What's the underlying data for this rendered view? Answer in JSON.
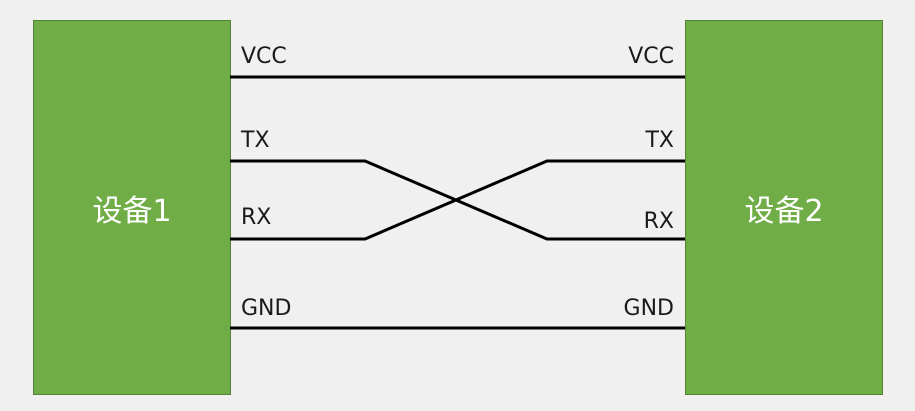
{
  "devices": {
    "left": {
      "label": "设备1"
    },
    "right": {
      "label": "设备2"
    }
  },
  "signals": {
    "left": [
      "VCC",
      "TX",
      "RX",
      "GND"
    ],
    "right": [
      "VCC",
      "TX",
      "RX",
      "GND"
    ]
  },
  "connections": [
    {
      "from": "VCC",
      "to": "VCC"
    },
    {
      "from": "TX",
      "to": "RX"
    },
    {
      "from": "RX",
      "to": "TX"
    },
    {
      "from": "GND",
      "to": "GND"
    }
  ],
  "colors": {
    "device_fill": "#70ad47",
    "device_border": "#548235",
    "wire": "#000000",
    "background": "#f0f0f0"
  }
}
